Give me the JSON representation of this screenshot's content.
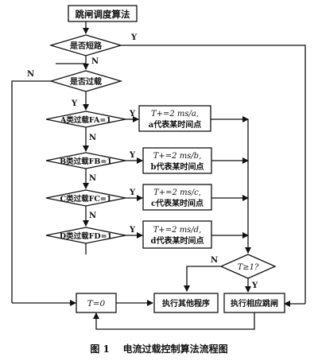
{
  "start": "跳闸调度算法",
  "short_circuit": "是否短路",
  "overload": "是否过载",
  "check_a": "A类过载FA=1",
  "check_b": "B类过载FB=1",
  "check_c": "C类过载FC=1",
  "check_d": "D类过载FD=1",
  "act_a": [
    "T+=2 ms/a,",
    "a代表某时间点"
  ],
  "act_b": [
    "T+=2 ms/b,",
    "b代表某时间点"
  ],
  "act_c": [
    "T+=2 ms/c,",
    "c代表某时间点"
  ],
  "act_d": [
    "T+=2 ms/d,",
    "d代表某时间点"
  ],
  "t_check": "T≥1?",
  "reset": "T=0",
  "other": "执行其他程序",
  "trip": "执行相应跳闸",
  "yes": "Y",
  "no": "N",
  "caption": "图 1    电流过载控制算法流程图"
}
